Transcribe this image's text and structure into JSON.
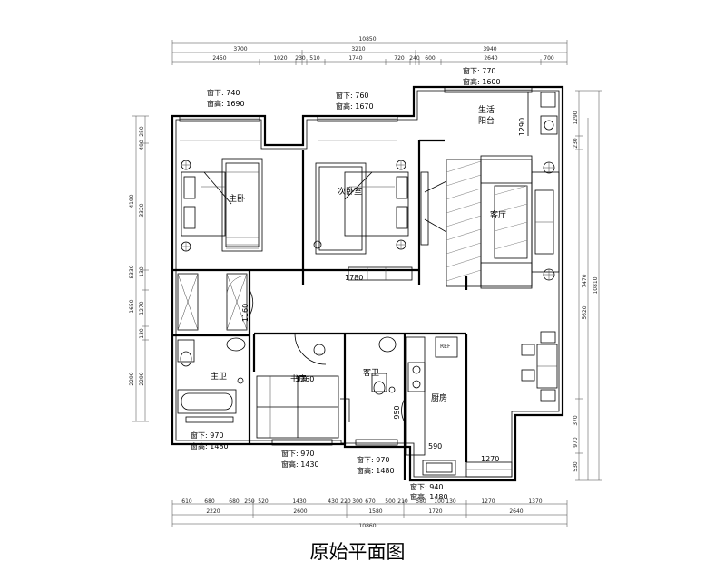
{
  "title": "原始平面图",
  "top_dims": {
    "total": "10850",
    "row2": [
      "3700",
      "3210",
      "3940"
    ],
    "row3": [
      "2450",
      "1020",
      "230",
      "510",
      "1740",
      "720",
      "240",
      "600",
      "2640",
      "700"
    ]
  },
  "bottom_dims": {
    "row1": [
      "610",
      "680",
      "680",
      "250",
      "520",
      "1430",
      "430",
      "220",
      "300",
      "670",
      "500",
      "210",
      "580",
      "100",
      "130",
      "1270",
      "1370"
    ],
    "row2": [
      "2220",
      "2600",
      "1580",
      "1720",
      "2640"
    ],
    "total": "10860"
  },
  "left_dims": {
    "total": "8330",
    "segs": [
      "250",
      "490",
      "4190",
      "3320",
      "130",
      "1650",
      "1270",
      "130",
      "2290"
    ],
    "lower": "2290"
  },
  "right_dims": {
    "outer": "10810",
    "mid": [
      "7470",
      "5620"
    ],
    "inner": [
      "1290",
      "230",
      "370",
      "970",
      "530"
    ]
  },
  "rooms": {
    "master_bedroom": "主卧",
    "second_bedroom": "次卧室",
    "living_room": "客厅",
    "balcony_line1": "生活",
    "balcony_line2": "阳台",
    "master_bath": "主卫",
    "study": "书房",
    "guest_bath": "客卫",
    "kitchen": "厨房",
    "ref": "REF"
  },
  "inline_dims": {
    "balcony_depth": "1290",
    "wardrobe": "1780",
    "master_door": "1160",
    "study_width": "1360",
    "guest_bath_door": "950",
    "kitchen_door": "590",
    "kitchen_window": "1270"
  },
  "window_notes": [
    {
      "sill": "窗下: 740",
      "height": "窗高: 1690"
    },
    {
      "sill": "窗下: 760",
      "height": "窗高: 1670"
    },
    {
      "sill": "窗下: 770",
      "height": "窗高: 1600"
    },
    {
      "sill": "窗下: 970",
      "height": "窗高: 1480"
    },
    {
      "sill": "窗下: 970",
      "height": "窗高: 1430"
    },
    {
      "sill": "窗下: 970",
      "height": "窗高: 1480"
    },
    {
      "sill": "窗下: 940",
      "height": "窗高: 1480"
    }
  ]
}
